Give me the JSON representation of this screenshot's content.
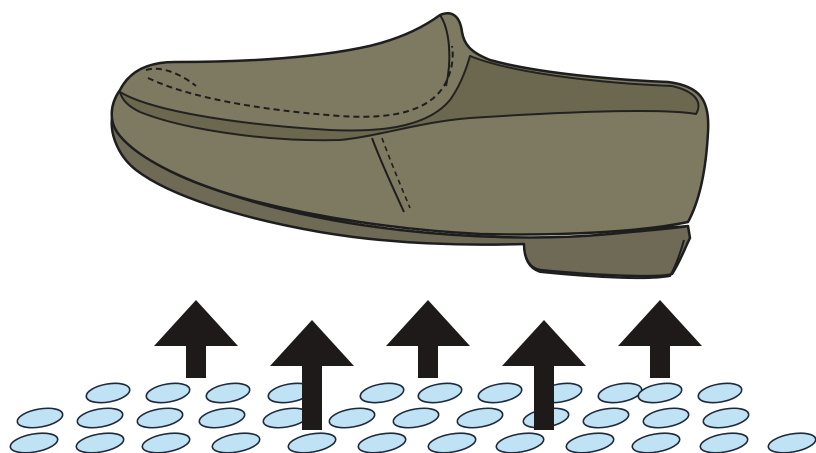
{
  "illustration": {
    "subject": "loafer-shoe-above-rising-arrows",
    "colors": {
      "background": "#ffffff",
      "shoe_upper": "#7e7a61",
      "shoe_upper_shadow": "#6c684f",
      "shoe_sole": "#6e6a55",
      "outline": "#1e1e1e",
      "arrow": "#1e1a1a",
      "droplet_fill": "#bfe3f5",
      "droplet_stroke": "#1e2a3a"
    },
    "arrows": {
      "count": 5,
      "icon": "up-arrow-icon"
    },
    "droplets": {
      "icon": "water-droplet-icon",
      "rows": 3
    }
  }
}
